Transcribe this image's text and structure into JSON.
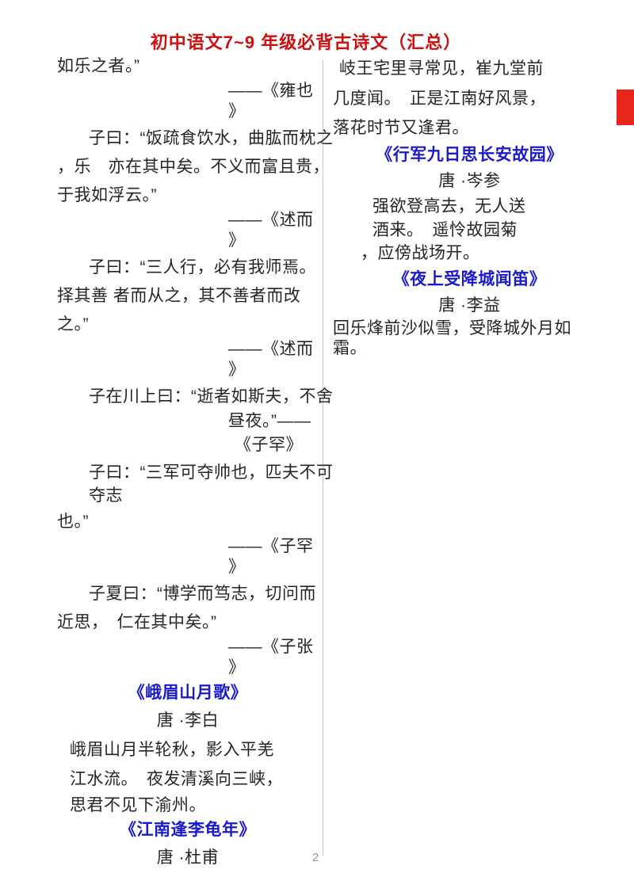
{
  "page": {
    "title": "初中语文7~9 年级必背古诗文（汇总）",
    "page_number": "2"
  },
  "colors": {
    "title_red": "#cc0f0f",
    "poem_title_blue": "#1a1acd",
    "body_text": "#252525",
    "divider_gray": "#c6c6c6",
    "page_number_gray": "#8f9499",
    "edge_marker_red": "#e8251a"
  },
  "left_column": {
    "lines": [
      {
        "t": "如乐之者。”",
        "c": "b"
      },
      {
        "t": "——《雍也",
        "c": "a"
      },
      {
        "t": "》",
        "c": "ac"
      },
      {
        "t": "子曰：“饭疏食饮水，曲肱而枕之",
        "c": "i"
      },
      {
        "t": "，乐　亦在其中矣。不义而富且贵，",
        "c": "b"
      },
      {
        "t": "于我如浮云。”",
        "c": "b"
      },
      {
        "t": "——《述而",
        "c": "a"
      },
      {
        "t": "》",
        "c": "ac"
      },
      {
        "t": "子曰：“三人行，必有我师焉。",
        "c": "i"
      },
      {
        "t": "择其善 者而从之，其不善者而改",
        "c": "b"
      },
      {
        "t": "之。”",
        "c": "b"
      },
      {
        "t": "——《述而",
        "c": "a"
      },
      {
        "t": "》",
        "c": "ac"
      },
      {
        "t": "子在川上曰：“逝者如斯夫，不舍",
        "c": "i"
      },
      {
        "t": "昼夜。”——",
        "c": "ai"
      },
      {
        "t": "《子罕》",
        "c": "cc"
      },
      {
        "t": "子曰：“三军可夺帅也，匹夫不可",
        "c": "i"
      },
      {
        "t": "夺志",
        "c": "it"
      },
      {
        "t": "也。”",
        "c": "b"
      },
      {
        "t": "——《子罕",
        "c": "a"
      },
      {
        "t": "》",
        "c": "ac"
      },
      {
        "t": "子夏曰：“博学而笃志，切问而",
        "c": "i"
      },
      {
        "t": "近思，　仁在其中矣。”",
        "c": "b"
      },
      {
        "t": "——《子张",
        "c": "a"
      },
      {
        "t": "》",
        "c": "ac"
      },
      {
        "t": "《峨眉山月歌》",
        "c": "tb"
      },
      {
        "t": "唐 ·李白",
        "c": "au"
      },
      {
        "t": "峨眉山月半轮秋，影入平羌",
        "c": "p"
      },
      {
        "t": "江水流。　夜发清溪向三峡，",
        "c": "p"
      },
      {
        "t": "思君不见下渝州。",
        "c": "p3"
      },
      {
        "t": "《江南逢李龟年》",
        "c": "tb"
      },
      {
        "t": "唐 ·杜甫",
        "c": "au"
      }
    ]
  },
  "right_column": {
    "lines": [
      {
        "t": "岐王宅里寻常见，崔九堂前",
        "c": "r1"
      },
      {
        "t": "几度闻。　正是江南好风景，",
        "c": "rb"
      },
      {
        "t": "落花时节又逢君。",
        "c": "rb3"
      },
      {
        "t": "《行军九日思长安故园》",
        "c": "rtb"
      },
      {
        "t": "唐 ·岑参",
        "c": "rau"
      },
      {
        "t": "强欲登高去，无人送",
        "c": "rp"
      },
      {
        "t": "酒来。　遥怜故园菊",
        "c": "rp2"
      },
      {
        "t": "，应傍战场开。",
        "c": "rc"
      },
      {
        "t": "《夜上受降城闻笛》",
        "c": "rtb"
      },
      {
        "t": "唐 ·李益",
        "c": "rau"
      },
      {
        "t": "回乐烽前沙似雪，受降城外月如",
        "c": "rbt"
      },
      {
        "t": "霜。",
        "c": "rlast"
      }
    ]
  }
}
